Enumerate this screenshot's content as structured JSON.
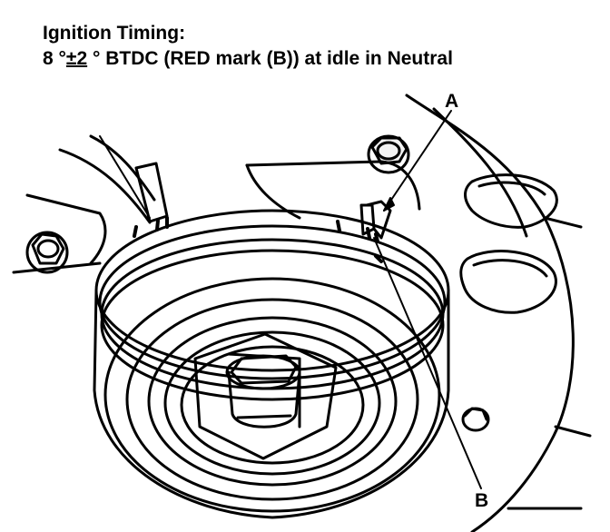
{
  "heading": {
    "line1": "Ignition Timing:",
    "line2_pre": "8 °",
    "line2_pm": "±2",
    "line2_post": " ° BTDC (RED mark (B)) at idle in Neutral"
  },
  "callouts": {
    "a": "A",
    "b": "B"
  },
  "colors": {
    "ink": "#000000",
    "paper": "#ffffff"
  }
}
